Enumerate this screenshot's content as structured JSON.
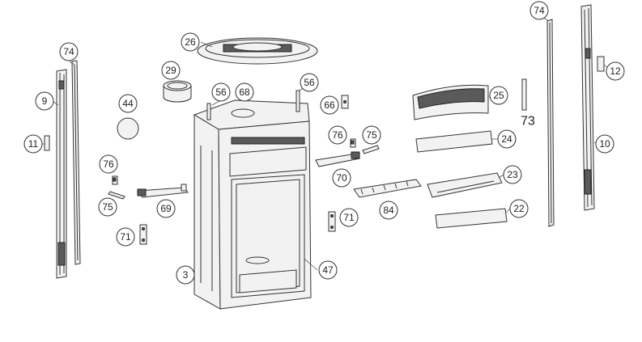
{
  "diagram": {
    "colors": {
      "line": "#333333",
      "fill": "#f2f2f2",
      "dark": "#5a5a5a",
      "background": "#ffffff"
    },
    "callouts": {
      "p3": "3",
      "p10": "10",
      "p11": "11",
      "p12": "12",
      "p22": "22",
      "p23": "23",
      "p24": "24",
      "p25": "25",
      "p26": "26",
      "p29": "29",
      "p44": "44",
      "p47": "47",
      "p56a": "56",
      "p56b": "56",
      "p66": "66",
      "p68": "68",
      "p69": "69",
      "p70": "70",
      "p71a": "71",
      "p71b": "71",
      "p73": "73",
      "p74a": "74",
      "p74b": "74",
      "p75a": "75",
      "p75b": "75",
      "p76a": "76",
      "p76b": "76",
      "p84": "84",
      "p9": "9"
    }
  }
}
